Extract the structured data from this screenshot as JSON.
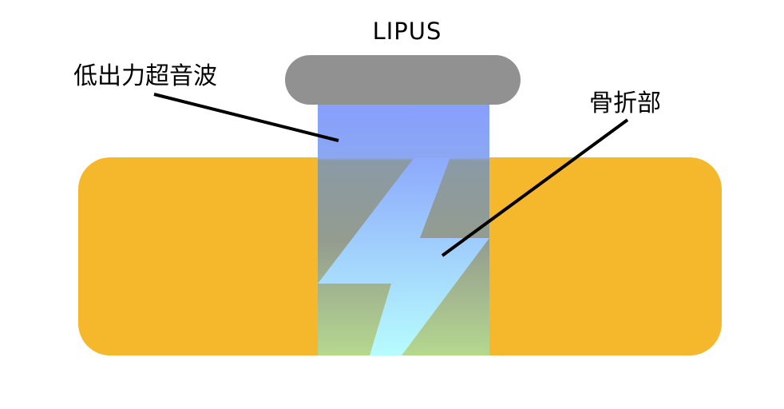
{
  "labels": {
    "device": "LIPUS",
    "ultrasound": "低出力超音波",
    "fracture": "骨折部"
  },
  "colors": {
    "bone": "#f5b72c",
    "probe": "#919191",
    "beam_top": "#879ffd",
    "beam_bottom": "#b5d88f",
    "fracture_top": "#8da9fc",
    "fracture_bottom": "#b7fcfd",
    "line": "#000000",
    "background": "#ffffff"
  }
}
